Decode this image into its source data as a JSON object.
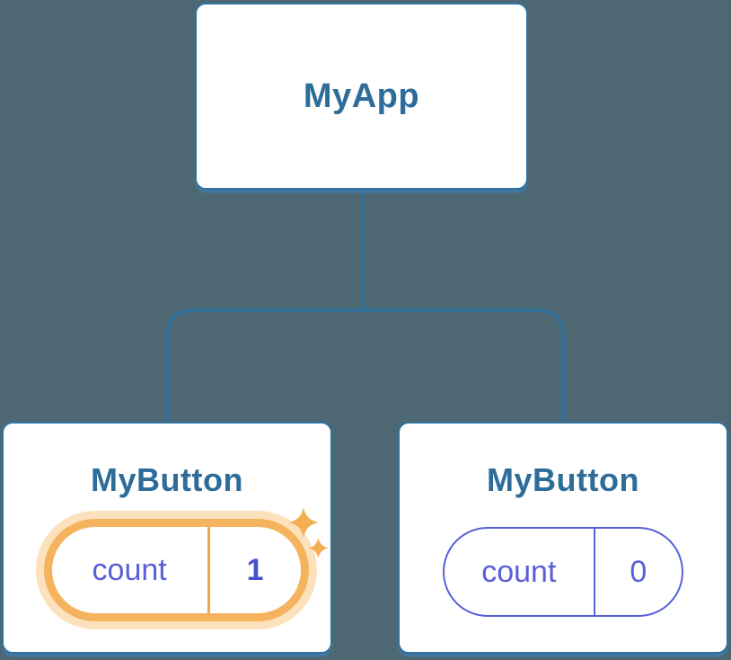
{
  "background_color": "#4D6873",
  "palette": {
    "card_background": "#FFFFFF",
    "connector_blue": "#30719F",
    "node_title_blue": "#2E6C9A",
    "state_purple": "#5A5FD6",
    "state_value_bold_purple": "#4A50CE",
    "highlight_orange": "#F6B35E",
    "highlight_glow_orange": "#FBE2BC",
    "highlight_divider_orange": "#F0A64A",
    "sparkle_orange": "#F5AD52"
  },
  "icons": {
    "sparkle": "four-point-star"
  },
  "diagram": {
    "type": "component-tree",
    "root": {
      "label": "MyApp"
    },
    "children": [
      {
        "label": "MyButton",
        "state": {
          "name": "count",
          "value": "1"
        },
        "highlighted": true,
        "has_sparkles": true
      },
      {
        "label": "MyButton",
        "state": {
          "name": "count",
          "value": "0"
        },
        "highlighted": false,
        "has_sparkles": false
      }
    ]
  }
}
